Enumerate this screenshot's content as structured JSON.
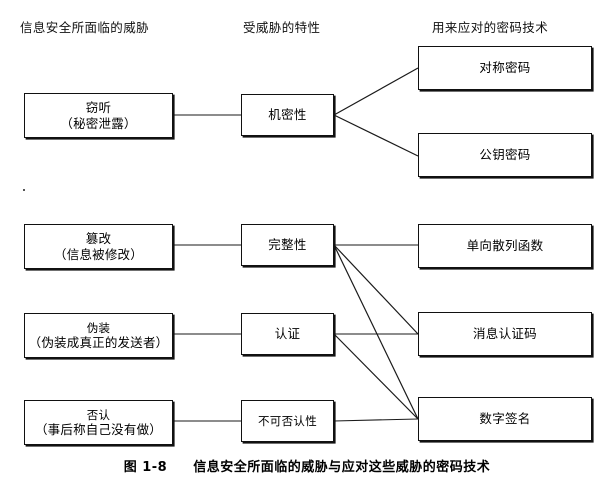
{
  "figure": {
    "caption_number": "图 1-8",
    "caption_text": "信息安全所面临的威胁与应对这些威胁的密码技术"
  },
  "columns": {
    "threats_header": "信息安全所面临的威胁",
    "properties_header": "受威胁的特性",
    "techniques_header": "用来应对的密码技术"
  },
  "threats": [
    {
      "title": "窃听",
      "detail": "（秘密泄露）"
    },
    {
      "title": "篡改",
      "detail": "（信息被修改）"
    },
    {
      "title": "伪装",
      "detail": "（伪装成真正的发送者）"
    },
    {
      "title": "否认",
      "detail": "（事后称自己没有做）"
    }
  ],
  "properties": [
    {
      "label": "机密性"
    },
    {
      "label": "完整性"
    },
    {
      "label": "认证"
    },
    {
      "label": "不可否认性"
    }
  ],
  "techniques": [
    {
      "label": "对称密码"
    },
    {
      "label": "公钥密码"
    },
    {
      "label": "单向散列函数"
    },
    {
      "label": "消息认证码"
    },
    {
      "label": "数字签名"
    }
  ],
  "links": {
    "threat_to_property": [
      {
        "from": "窃听",
        "to": "机密性"
      },
      {
        "from": "篡改",
        "to": "完整性"
      },
      {
        "from": "伪装",
        "to": "认证"
      },
      {
        "from": "否认",
        "to": "不可否认性"
      }
    ],
    "property_to_technique": [
      {
        "from": "机密性",
        "to": "对称密码"
      },
      {
        "from": "机密性",
        "to": "公钥密码"
      },
      {
        "from": "完整性",
        "to": "单向散列函数"
      },
      {
        "from": "完整性",
        "to": "消息认证码"
      },
      {
        "from": "完整性",
        "to": "数字签名"
      },
      {
        "from": "认证",
        "to": "消息认证码"
      },
      {
        "from": "认证",
        "to": "数字签名"
      },
      {
        "from": "不可否认性",
        "to": "数字签名"
      }
    ]
  },
  "colors": {
    "line": "#1a1a1a",
    "box_border": "#111111",
    "background": "#ffffff",
    "text": "#000000"
  }
}
